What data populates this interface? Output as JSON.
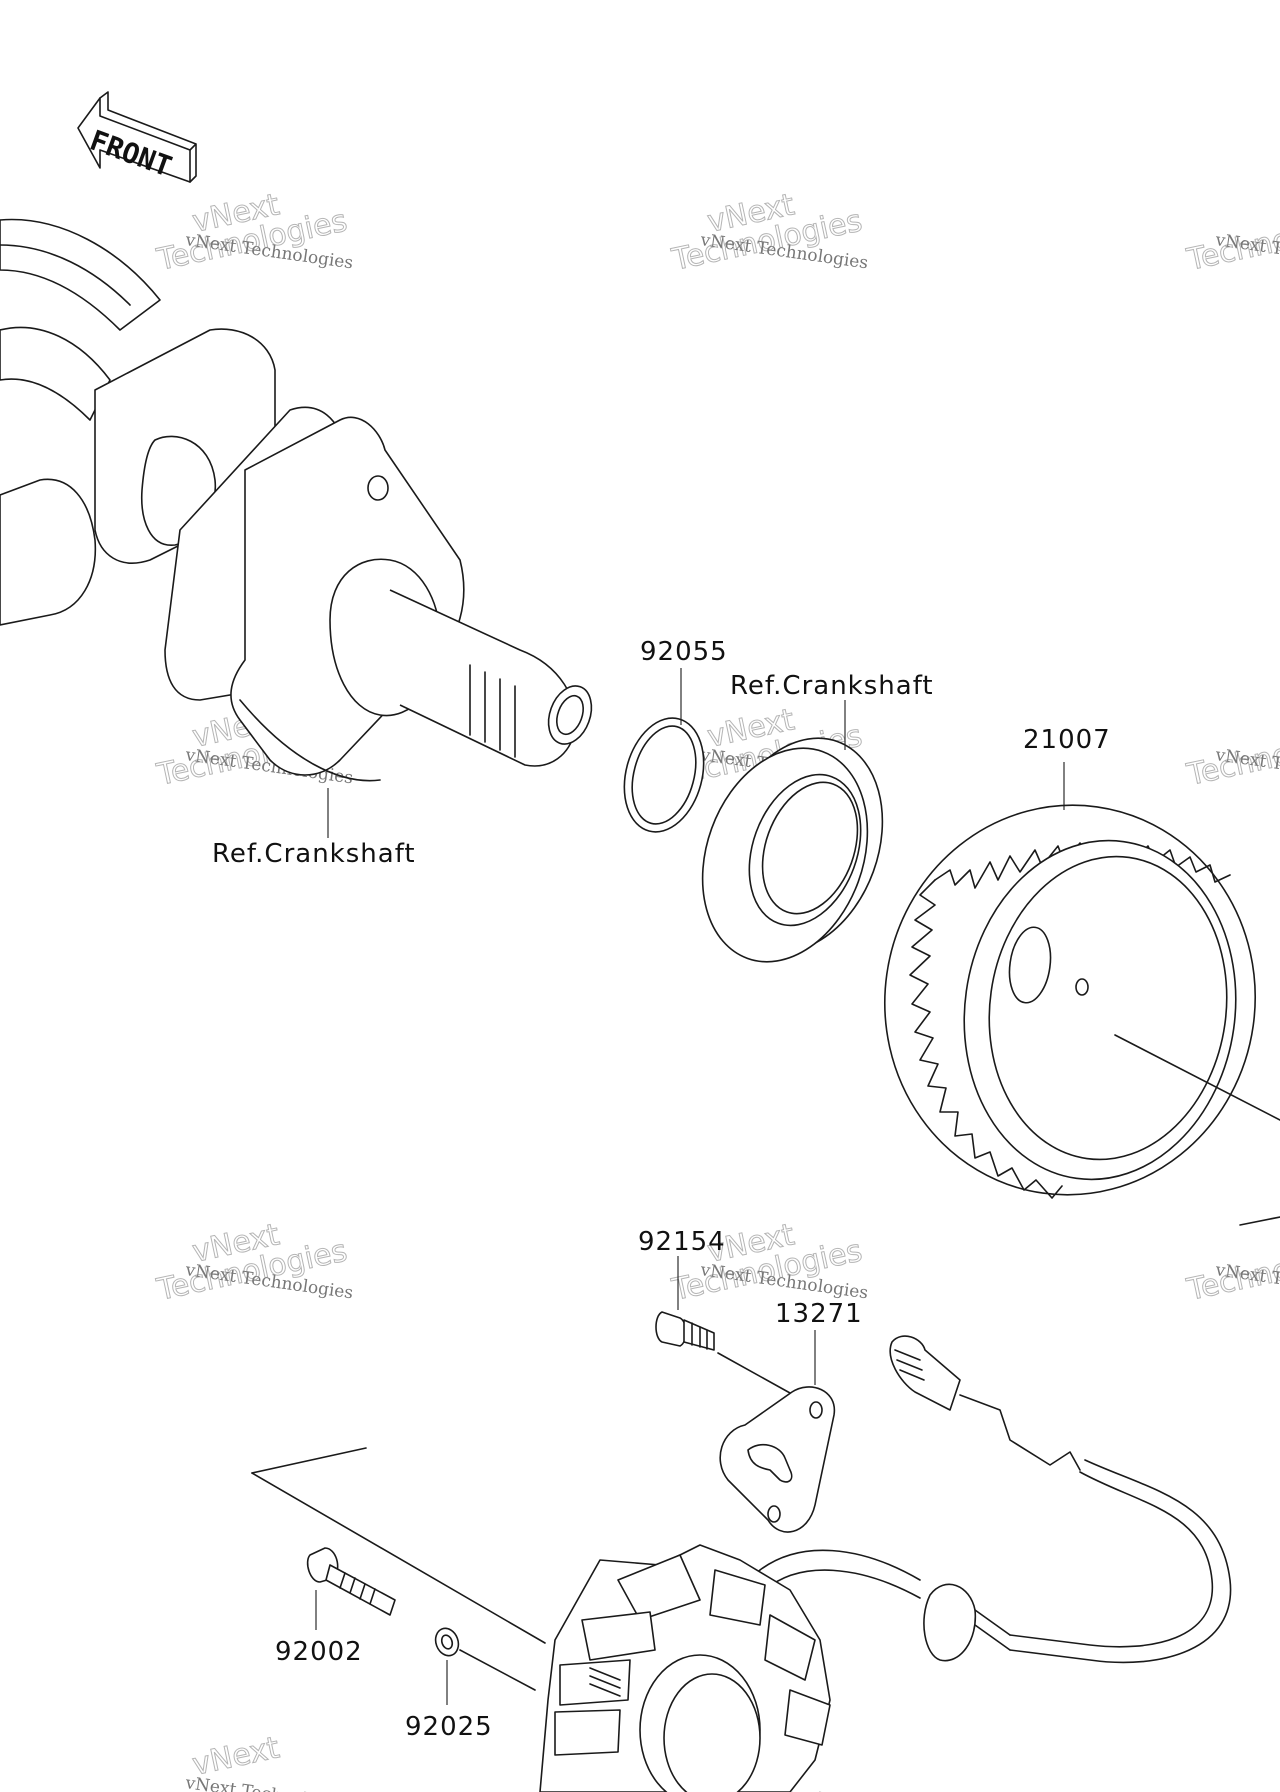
{
  "front_arrow": {
    "text": "FRONT"
  },
  "watermark": {
    "line1": "vNext Technologies",
    "line2": "Technologies",
    "line3": "vNext"
  },
  "callouts": {
    "p92055": "92055",
    "ref_crank_top": "Ref.Crankshaft",
    "ref_crank_left": "Ref.Crankshaft",
    "p21007": "21007",
    "p92154": "92154",
    "p13271": "13271",
    "p92002": "92002",
    "p92025": "92025"
  }
}
